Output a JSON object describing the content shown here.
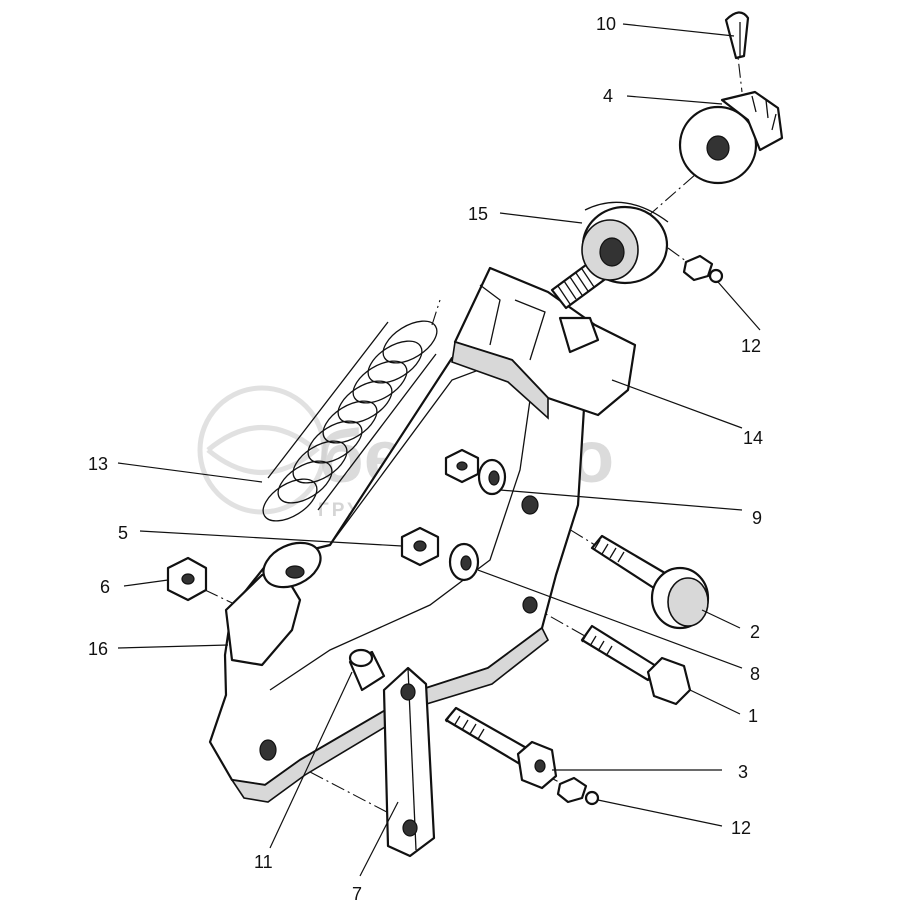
{
  "watermark": {
    "brand": "белагро",
    "subtitle": "ГРУППА КОМПАНИЙ",
    "color": "#c8c8c8"
  },
  "callouts": [
    {
      "id": "10",
      "text": "10"
    },
    {
      "id": "4",
      "text": "4"
    },
    {
      "id": "15",
      "text": "15"
    },
    {
      "id": "12a",
      "text": "12"
    },
    {
      "id": "14",
      "text": "14"
    },
    {
      "id": "13",
      "text": "13"
    },
    {
      "id": "9",
      "text": "9"
    },
    {
      "id": "5",
      "text": "5"
    },
    {
      "id": "6",
      "text": "6"
    },
    {
      "id": "2",
      "text": "2"
    },
    {
      "id": "16",
      "text": "16"
    },
    {
      "id": "8",
      "text": "8"
    },
    {
      "id": "1",
      "text": "1"
    },
    {
      "id": "3",
      "text": "3"
    },
    {
      "id": "12b",
      "text": "12"
    },
    {
      "id": "11",
      "text": "11"
    },
    {
      "id": "7",
      "text": "7"
    }
  ]
}
